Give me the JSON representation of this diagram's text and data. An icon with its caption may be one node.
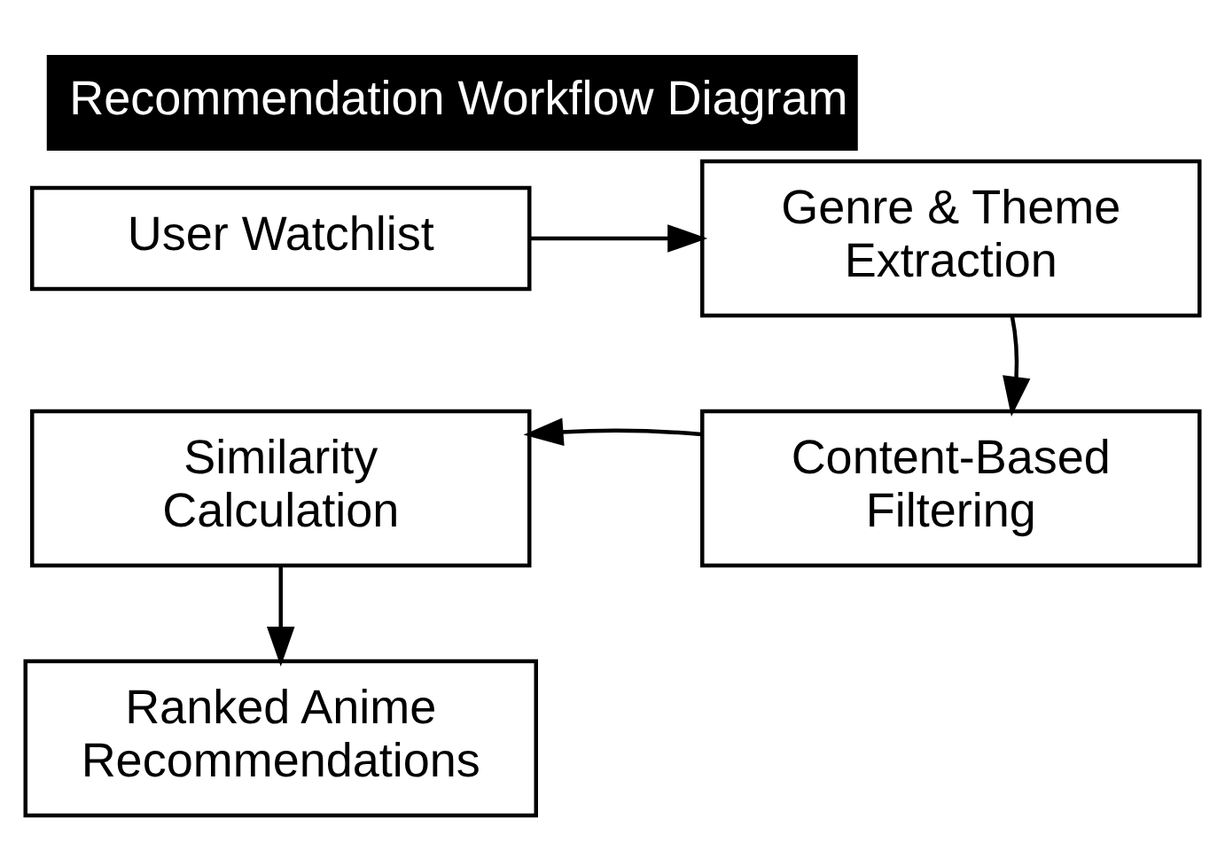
{
  "diagram": {
    "title": "Recommendation Workflow Diagram",
    "nodes": [
      {
        "text": [
          "User Watchlist"
        ]
      },
      {
        "text": [
          "Genre & Theme Extraction"
        ]
      },
      {
        "text": [
          "Content-Based Filtering"
        ]
      },
      {
        "text": [
          "Similarity Calculation"
        ]
      },
      {
        "text": [
          "Ranked Anime Recommendations"
        ]
      }
    ],
    "edges": [
      {
        "from": 0,
        "to": 1,
        "arrow": "to"
      },
      {
        "from": 1,
        "to": 2,
        "arrow": "to"
      },
      {
        "from": 2,
        "to": 3,
        "arrow": "to"
      },
      {
        "from": 3,
        "to": 4,
        "arrow": "to"
      }
    ]
  }
}
